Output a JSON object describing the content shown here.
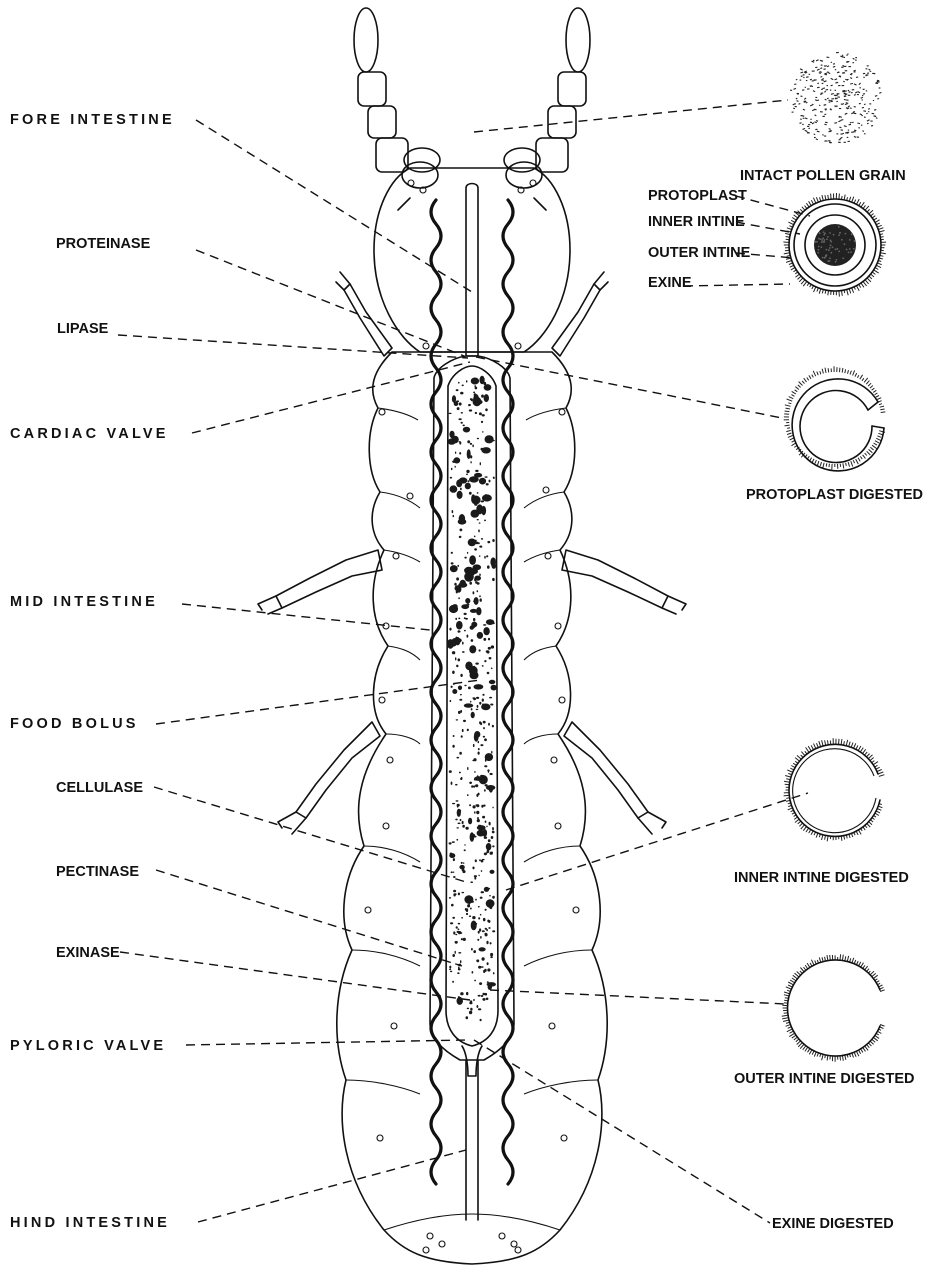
{
  "labels_left": {
    "fore_intestine": "FORE INTESTINE",
    "proteinase": "PROTEINASE",
    "lipase": "LIPASE",
    "cardiac_valve": "CARDIAC VALVE",
    "mid_intestine": "MID INTESTINE",
    "food_bolus": "FOOD BOLUS",
    "cellulase": "CELLULASE",
    "pectinase": "PECTINASE",
    "exinase": "EXINASE",
    "pyloric_valve": "PYLORIC VALVE",
    "hind_intestine": "HIND INTESTINE"
  },
  "labels_right": {
    "intact_pollen_grain": "INTACT POLLEN GRAIN",
    "protoplast": "PROTOPLAST",
    "inner_intine": "INNER INTINE",
    "outer_intine": "OUTER INTINE",
    "exine": "EXINE",
    "protoplast_digested": "PROTOPLAST DIGESTED",
    "inner_intine_digested": "INNER INTINE DIGESTED",
    "outer_intine_digested": "OUTER INTINE DIGESTED",
    "exine_digested": "EXINE DIGESTED"
  },
  "icons": {
    "insect": "springtail-larva-dorsal-view",
    "pollen": "pollen-grain"
  }
}
